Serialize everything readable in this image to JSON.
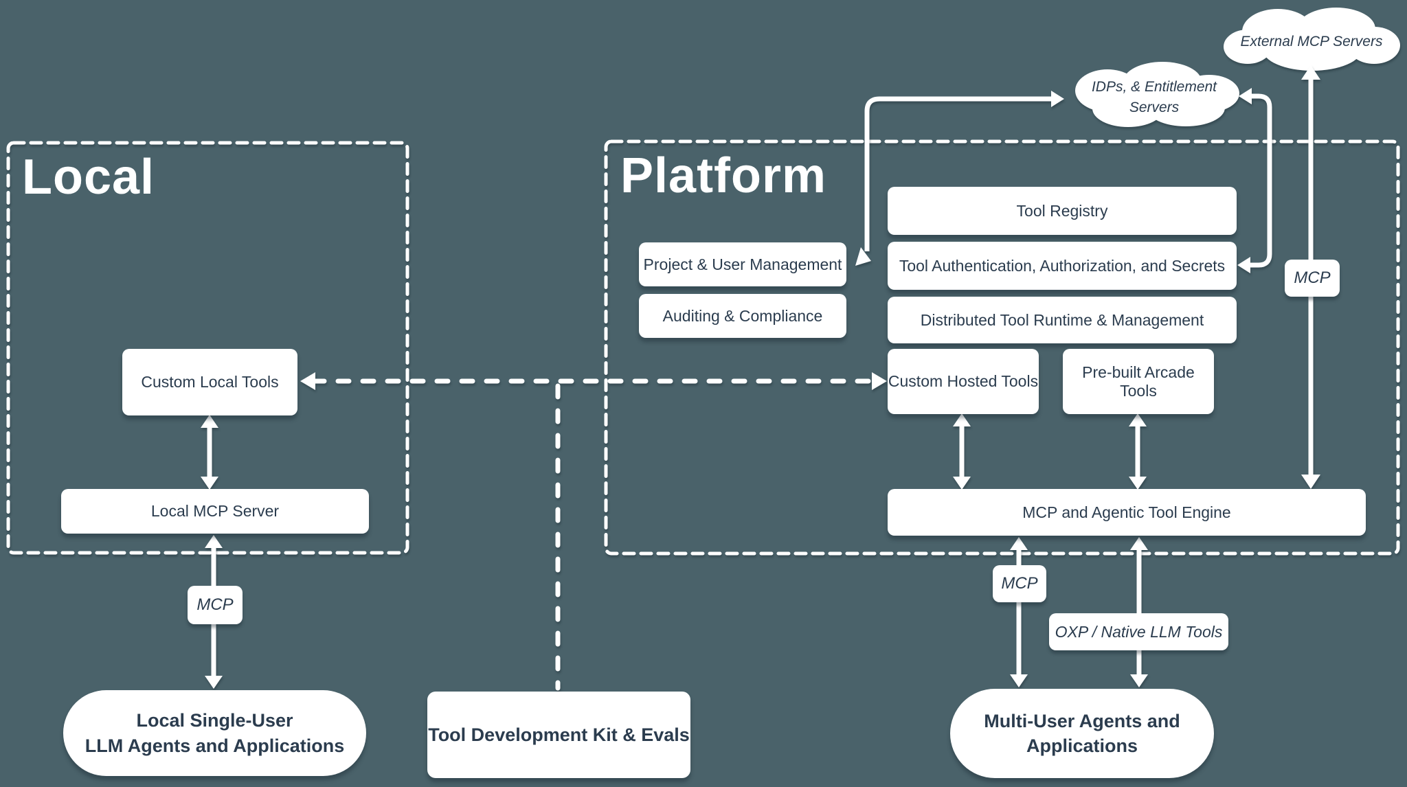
{
  "colors": {
    "background": "#4a626a",
    "box_fill": "#ffffff",
    "text": "#2b3c4e"
  },
  "local": {
    "title": "Local",
    "boxes": {
      "custom_local_tools": "Custom Local Tools",
      "local_mcp_server": "Local MCP Server"
    },
    "mcp_label": "MCP",
    "agents_pill": {
      "line1": "Local Single-User",
      "line2": "LLM Agents and Applications"
    }
  },
  "platform": {
    "title": "Platform",
    "boxes": {
      "tool_registry": "Tool Registry",
      "project_user_mgmt": "Project & User Management",
      "tool_auth": "Tool Authentication, Authorization, and Secrets",
      "auditing_compliance": "Auditing & Compliance",
      "distributed_runtime": "Distributed Tool Runtime & Management",
      "custom_hosted_tools": "Custom Hosted Tools",
      "prebuilt_arcade_tools": "Pre-built Arcade Tools",
      "engine": "MCP and Agentic Tool Engine"
    }
  },
  "clouds": {
    "external_mcp": "External MCP Servers",
    "idps_line1": "IDPs, & Entitlement",
    "idps_line2": "Servers"
  },
  "labels": {
    "mcp_right": "MCP",
    "mcp_bottom": "MCP",
    "oxp": "OXP / Native LLM Tools"
  },
  "bottom": {
    "tdk": "Tool Development Kit & Evals",
    "multi_user": {
      "line1": "Multi-User Agents and",
      "line2": "Applications"
    }
  }
}
